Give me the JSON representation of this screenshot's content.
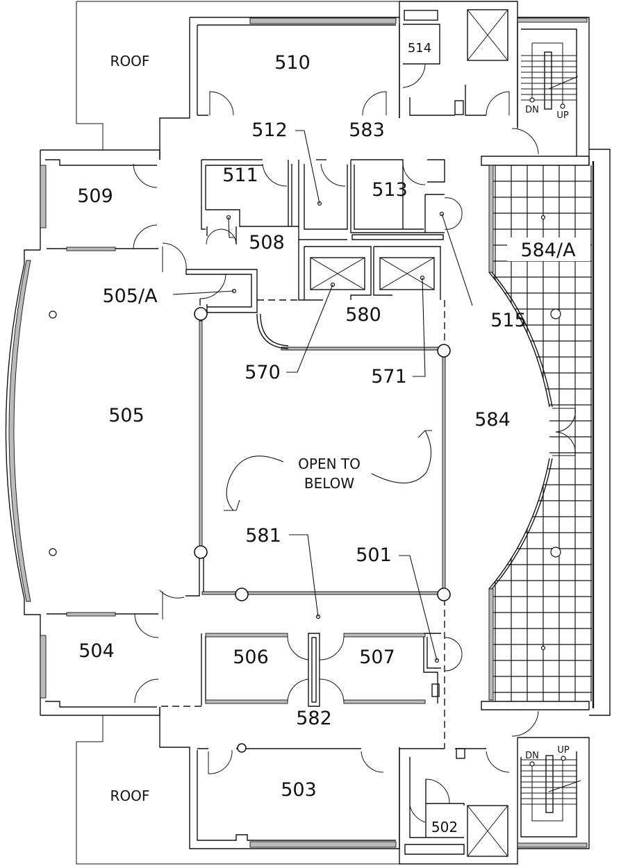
{
  "title": "Fifth Floor Plan",
  "roof_labels": {
    "top": "ROOF",
    "bottom": "ROOF"
  },
  "rooms": {
    "r510": "510",
    "r514": "514",
    "r583": "583",
    "r512": "512",
    "r511": "511",
    "r513": "513",
    "r509": "509",
    "r508": "508",
    "r505a": "505/A",
    "r580": "580",
    "r515": "515",
    "r584a": "584/A",
    "r570": "570",
    "r571": "571",
    "r505": "505",
    "r584": "584",
    "r581": "581",
    "r501": "501",
    "r504": "504",
    "r506": "506",
    "r507": "507",
    "r582": "582",
    "r503": "503",
    "r502": "502"
  },
  "open_to_below": {
    "line1": "OPEN TO",
    "line2": "BELOW"
  },
  "stairs": {
    "top": {
      "down": "DN",
      "up": "UP"
    },
    "bottom": {
      "down": "DN",
      "up": "UP"
    }
  }
}
